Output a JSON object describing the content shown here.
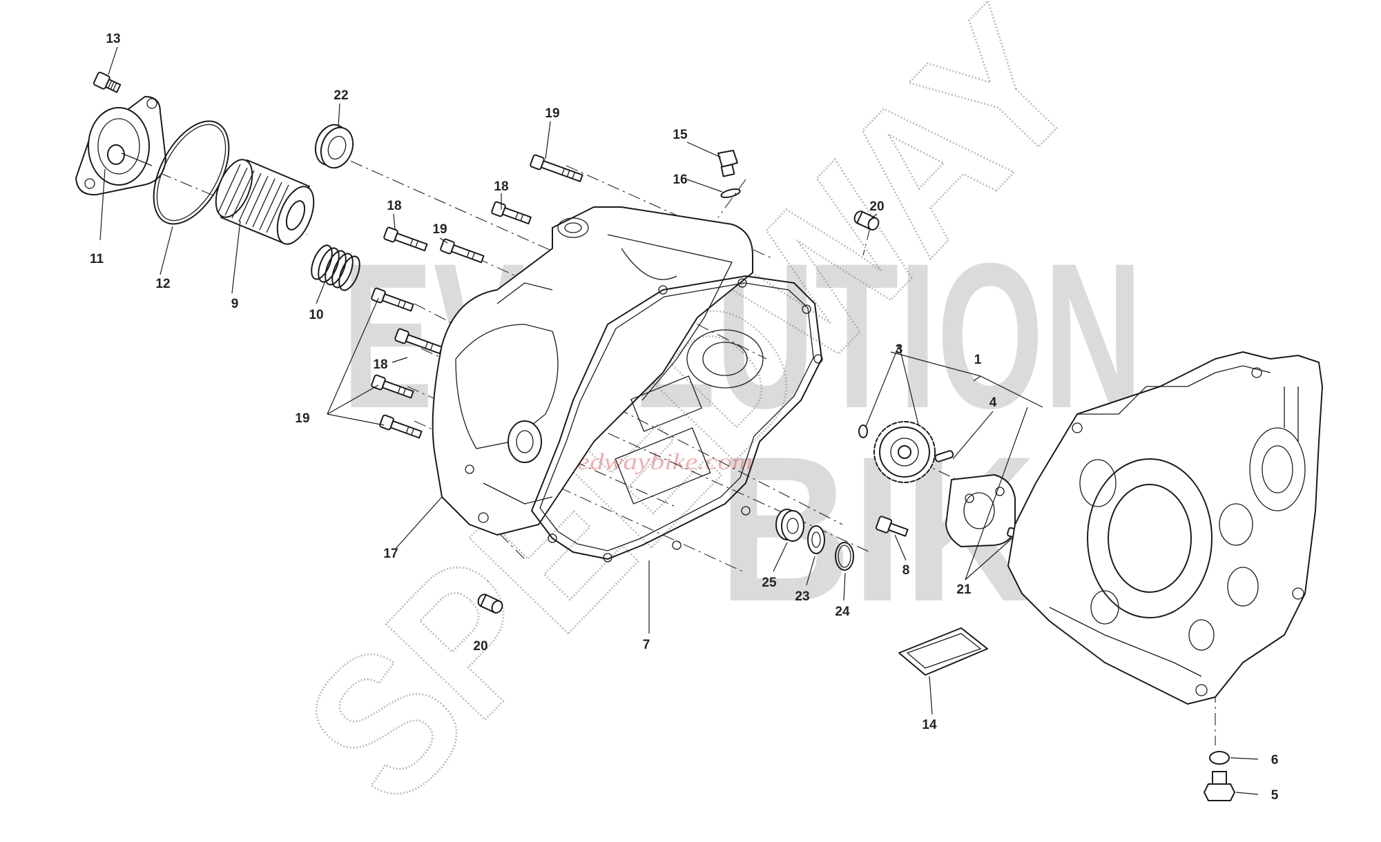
{
  "watermark": {
    "line1": "EVOLUTION",
    "line2": "BIKE",
    "brand": "SPEEDWAY",
    "site": "www.speedwaybike.com"
  },
  "callouts": [
    {
      "id": "13",
      "text": "13"
    },
    {
      "id": "22",
      "text": "22"
    },
    {
      "id": "19a",
      "text": "19"
    },
    {
      "id": "15",
      "text": "15"
    },
    {
      "id": "16",
      "text": "16"
    },
    {
      "id": "18a",
      "text": "18"
    },
    {
      "id": "18b",
      "text": "18"
    },
    {
      "id": "19b",
      "text": "19"
    },
    {
      "id": "20a",
      "text": "20"
    },
    {
      "id": "11",
      "text": "11"
    },
    {
      "id": "12",
      "text": "12"
    },
    {
      "id": "9",
      "text": "9"
    },
    {
      "id": "10",
      "text": "10"
    },
    {
      "id": "3",
      "text": "3"
    },
    {
      "id": "1",
      "text": "1"
    },
    {
      "id": "18c",
      "text": "18"
    },
    {
      "id": "4",
      "text": "4"
    },
    {
      "id": "19c",
      "text": "19"
    },
    {
      "id": "17",
      "text": "17"
    },
    {
      "id": "8",
      "text": "8"
    },
    {
      "id": "25",
      "text": "25"
    },
    {
      "id": "21",
      "text": "21"
    },
    {
      "id": "23",
      "text": "23"
    },
    {
      "id": "24",
      "text": "24"
    },
    {
      "id": "7",
      "text": "7"
    },
    {
      "id": "20b",
      "text": "20"
    },
    {
      "id": "14",
      "text": "14"
    },
    {
      "id": "6",
      "text": "6"
    },
    {
      "id": "5",
      "text": "5"
    }
  ]
}
